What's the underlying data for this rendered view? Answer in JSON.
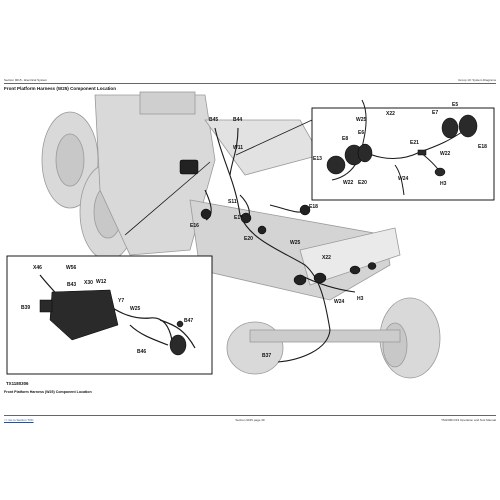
{
  "header": {
    "left": "Section 9015 - Electrical System",
    "right": "Group 10: System Diagrams"
  },
  "title": "Front Platform Harness (W25) Component Location",
  "figure_id": "TX1180306",
  "caption": "Front Platform Harness (W25) Component Location",
  "footer": {
    "left": "<< Go to Section TOC",
    "middle": "Section 9015 page 39",
    "right": "TM13061X19 Operation and Test Manual"
  },
  "labels": {
    "main": [
      "B45",
      "B44",
      "W11",
      "S11",
      "E17",
      "E18",
      "E16",
      "E20",
      "W25",
      "X22",
      "H3",
      "W24",
      "B37"
    ],
    "inset_right": [
      "W25",
      "X22",
      "E7",
      "E5",
      "E8",
      "E6",
      "E13",
      "W22",
      "E20",
      "E21",
      "W22",
      "E18",
      "W24",
      "H3"
    ],
    "inset_left": [
      "X46",
      "W56",
      "B43",
      "X30",
      "W12",
      "B39",
      "Y7",
      "W25",
      "B47",
      "B46"
    ]
  },
  "colors": {
    "line": "#1a1a1a",
    "machine_fill": "#d9d9d9",
    "machine_stroke": "#9a9a9a",
    "component": "#222222",
    "inset_border": "#000000"
  }
}
